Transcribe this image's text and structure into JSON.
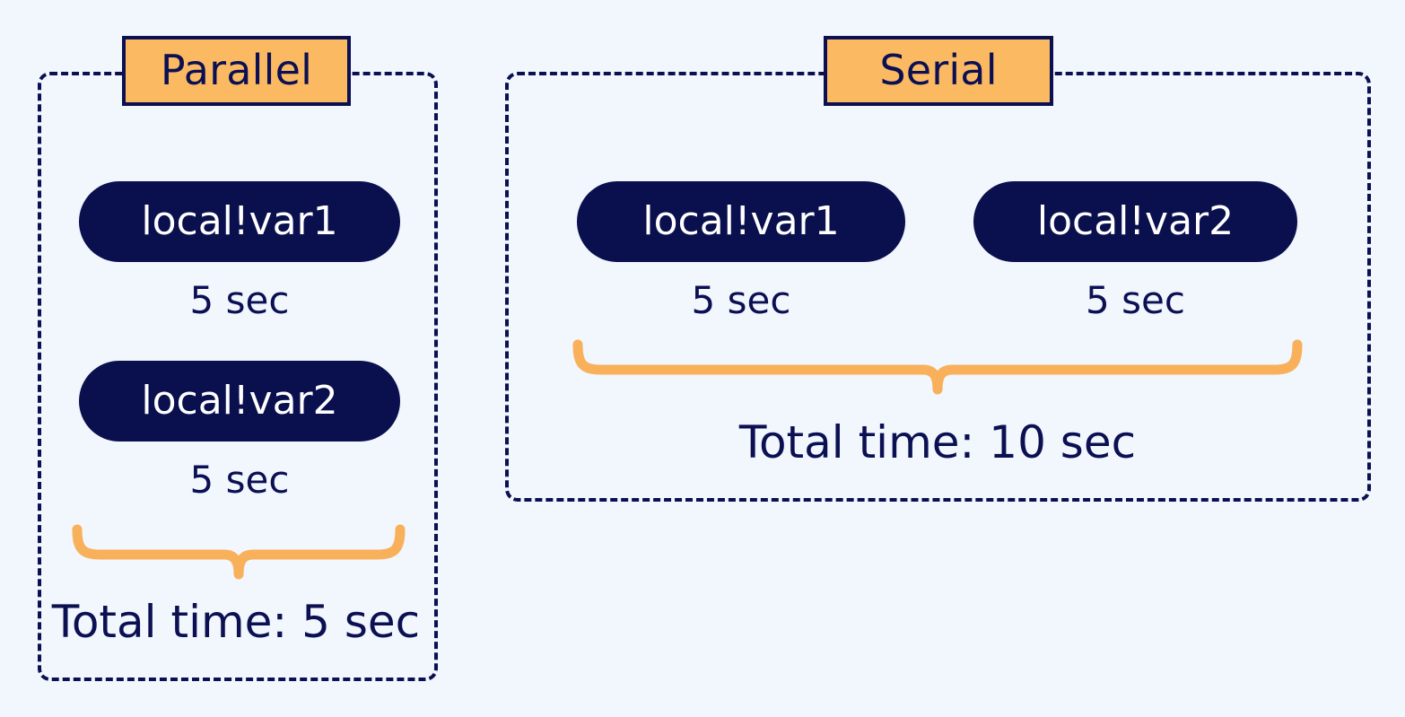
{
  "canvas": {
    "background_color": "#f2f6fd",
    "navy_color": "#0b1053",
    "pill_color": "#0a0f4e",
    "orange_color": "#fbb962",
    "brace_color": "#f8b05a"
  },
  "groups": [
    {
      "id": "parallel",
      "title": "Parallel",
      "tasks": [
        {
          "name": "local!var1",
          "duration": "5 sec"
        },
        {
          "name": "local!var2",
          "duration": "5 sec"
        }
      ],
      "total_time": "Total time: 5 sec"
    },
    {
      "id": "serial",
      "title": "Serial",
      "tasks": [
        {
          "name": "local!var1",
          "duration": "5 sec"
        },
        {
          "name": "local!var2",
          "duration": "5 sec"
        }
      ],
      "total_time": "Total time: 10 sec"
    }
  ]
}
